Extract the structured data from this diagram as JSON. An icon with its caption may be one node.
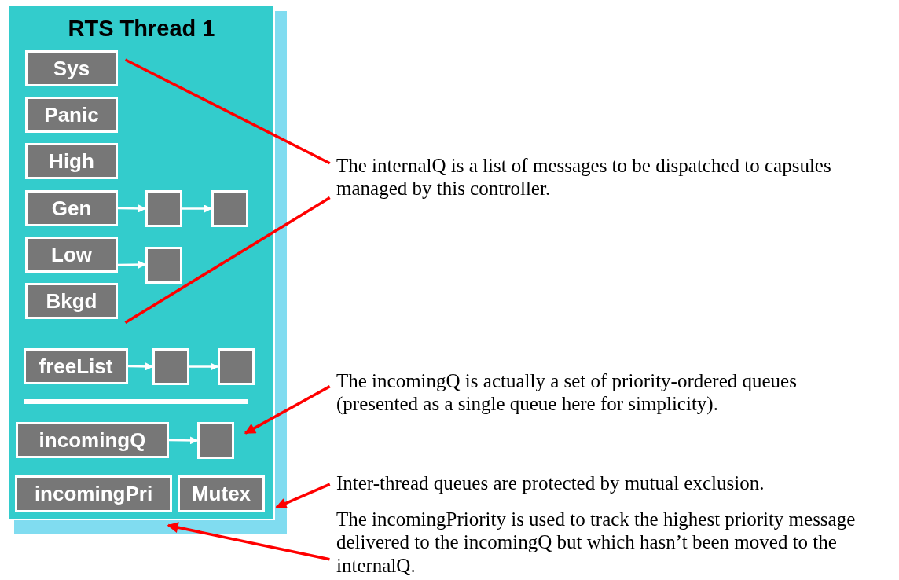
{
  "diagram": {
    "nodes": [
      {
        "text": [
          "RTS Thread 1"
        ]
      },
      {
        "text": [
          "Sys"
        ],
        "in": 0
      },
      {
        "text": [
          "Panic"
        ],
        "in": 0
      },
      {
        "text": [
          "High"
        ],
        "in": 0
      },
      {
        "text": [
          "Gen"
        ],
        "in": 0
      },
      {
        "text": [],
        "shape": "box",
        "in": 0
      },
      {
        "text": [],
        "shape": "box",
        "in": 0
      },
      {
        "text": [
          "Low"
        ],
        "in": 0
      },
      {
        "text": [],
        "shape": "box",
        "in": 0
      },
      {
        "text": [
          "Bkgd"
        ],
        "in": 0
      },
      {
        "text": [
          "freeList"
        ],
        "in": 0
      },
      {
        "text": [],
        "shape": "box",
        "in": 0
      },
      {
        "text": [],
        "shape": "box",
        "in": 0
      },
      {
        "text": [
          "incomingQ"
        ],
        "in": 0
      },
      {
        "text": [],
        "shape": "box",
        "in": 0
      },
      {
        "text": [
          "incomingPri"
        ],
        "in": 0
      },
      {
        "text": [
          "Mutex"
        ],
        "in": 0
      },
      {
        "text": [
          "The internalQ is a list of messages to be dispatched to capsules managed by this controller."
        ]
      },
      {
        "text": [
          "The incomingQ is actually a set of priority-ordered queues (presented as a single queue here for simplicity)."
        ]
      },
      {
        "text": [
          "Inter-thread queues are protected by mutual exclusion."
        ]
      },
      {
        "text": [
          "The incomingPriority is used to track the highest priority message delivered to the incomingQ but which hasn’t been moved to the internalQ."
        ]
      }
    ],
    "edges": [
      {
        "from": 4,
        "to": 5,
        "arrow": "to"
      },
      {
        "from": 5,
        "to": 6,
        "arrow": "to"
      },
      {
        "from": 7,
        "to": 8,
        "arrow": "to"
      },
      {
        "from": 10,
        "to": 11,
        "arrow": "to"
      },
      {
        "from": 11,
        "to": 12,
        "arrow": "to"
      },
      {
        "from": 13,
        "to": 14,
        "arrow": "to"
      },
      {
        "from": 17,
        "to": 1,
        "arrow": "none",
        "color": "#ff0000"
      },
      {
        "from": 17,
        "to": 9,
        "arrow": "none",
        "color": "#ff0000"
      },
      {
        "from": 18,
        "to": 14,
        "arrow": "to",
        "color": "#ff0000"
      },
      {
        "from": 19,
        "to": 0,
        "arrow": "to",
        "color": "#ff0000"
      },
      {
        "from": 20,
        "to": 0,
        "arrow": "to",
        "color": "#ff0000"
      }
    ]
  }
}
